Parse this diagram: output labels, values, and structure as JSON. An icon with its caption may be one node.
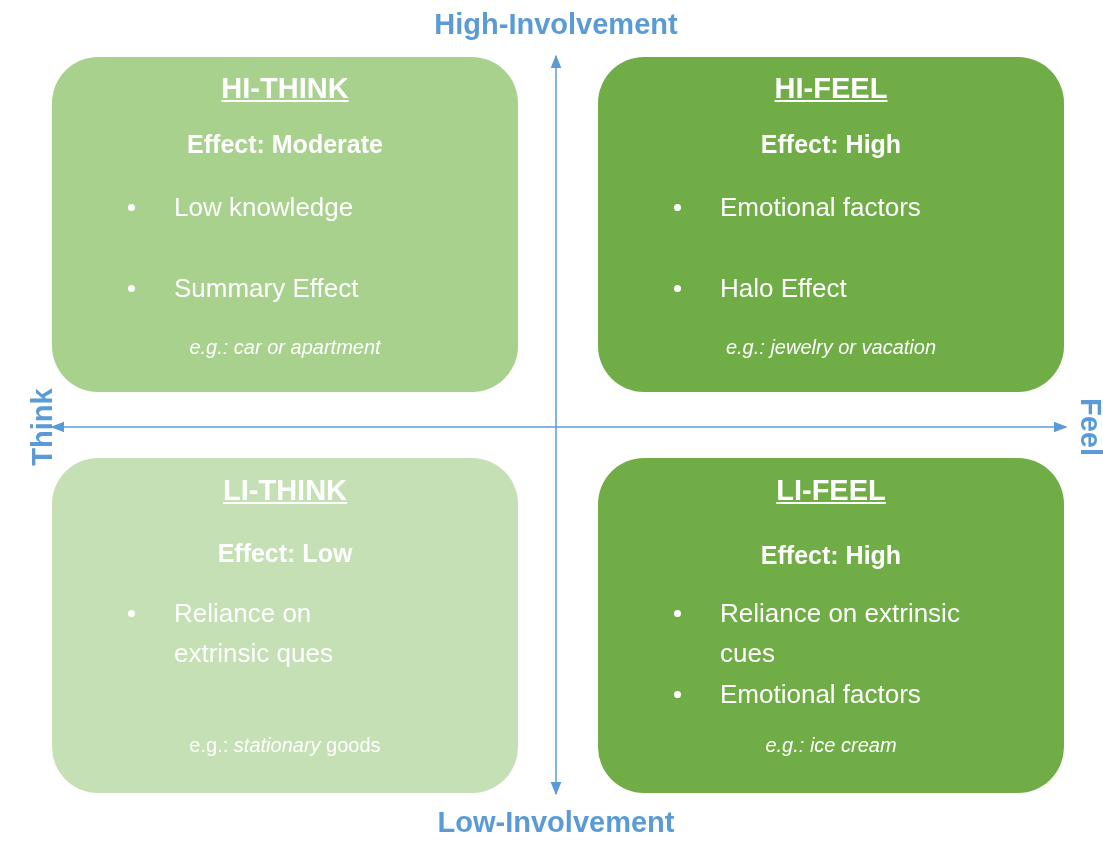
{
  "diagram": {
    "nodes": [
      {
        "text": [
          "HI-THINK",
          "Effect: Moderate",
          "Low knowledge",
          "Summary Effect",
          "e.g.: car or apartment"
        ]
      },
      {
        "text": [
          "HI-FEEL",
          "Effect: High",
          "Emotional factors",
          "Halo Effect",
          "e.g.: jewelry or vacation"
        ]
      },
      {
        "text": [
          "LI-THINK",
          "Effect: Low",
          "Reliance on extrinsic ques",
          "e.g.: *stationary* goods"
        ]
      },
      {
        "text": [
          "LI-FEEL",
          "Effect: High",
          "Reliance on extrinsic cues",
          "Emotional factors",
          "e.g.: ice cream"
        ]
      }
    ],
    "edges": [],
    "labels": [
      "High-Involvement",
      "Think",
      "Feel",
      "Low-Involvement"
    ]
  }
}
